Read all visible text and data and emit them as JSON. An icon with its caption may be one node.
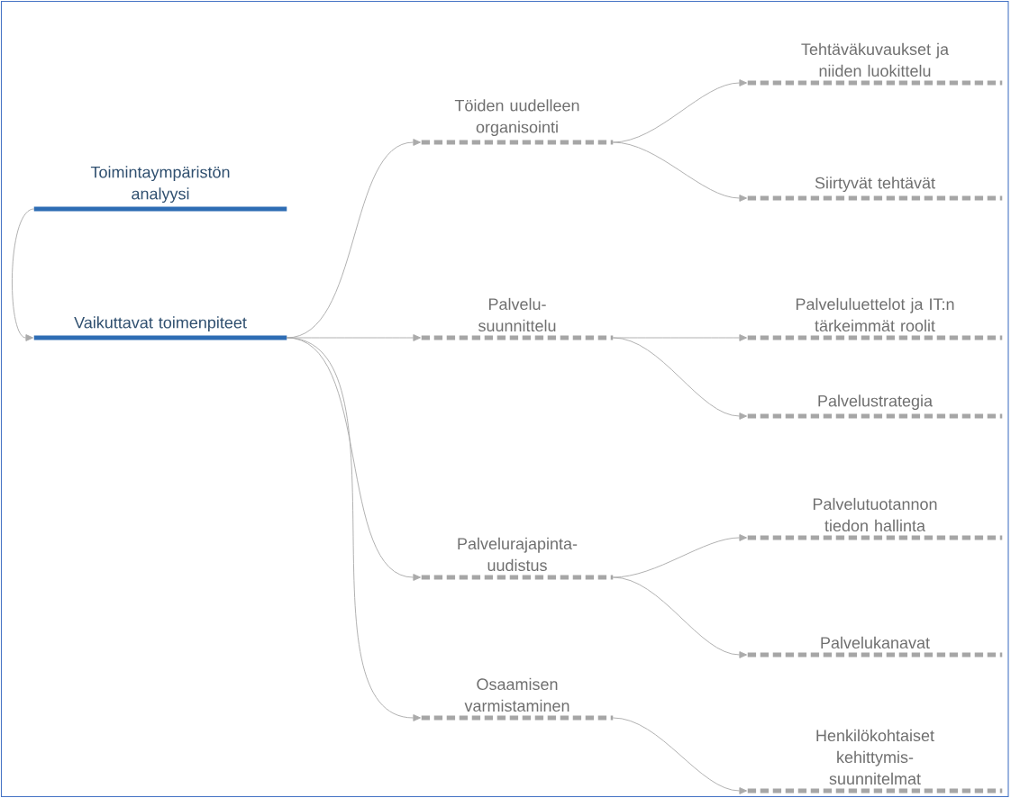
{
  "diagram": {
    "nodes": [
      {
        "text": [
          "Toimintaympäristön analyysi"
        ]
      },
      {
        "text": [
          "Vaikuttavat toimenpiteet"
        ]
      },
      {
        "text": [
          "Töiden uudelleen organisointi"
        ]
      },
      {
        "text": [
          "Tehtäväkuvaukset ja niiden luokittelu"
        ]
      },
      {
        "text": [
          "Siirtyvät tehtävät"
        ]
      },
      {
        "text": [
          "Palvelu-suunnittelu"
        ]
      },
      {
        "text": [
          "Palveluluettelot ja IT:n tärkeimmät roolit"
        ]
      },
      {
        "text": [
          "Palvelustrategia"
        ]
      },
      {
        "text": [
          "Palvelurajapinta-uudistus"
        ]
      },
      {
        "text": [
          "Palvelutuotannon tiedon hallinta"
        ]
      },
      {
        "text": [
          "Palvelukanavat"
        ]
      },
      {
        "text": [
          "Osaamisen varmistaminen"
        ]
      },
      {
        "text": [
          "Henkilökohtaiset kehittymis-suunnitelmat"
        ]
      }
    ],
    "edges": [
      {
        "from": 0,
        "to": 1,
        "arrow": "to"
      },
      {
        "from": 1,
        "to": 2,
        "arrow": "to"
      },
      {
        "from": 1,
        "to": 5,
        "arrow": "to"
      },
      {
        "from": 1,
        "to": 8,
        "arrow": "to"
      },
      {
        "from": 1,
        "to": 11,
        "arrow": "to"
      },
      {
        "from": 2,
        "to": 3,
        "arrow": "to"
      },
      {
        "from": 2,
        "to": 4,
        "arrow": "to"
      },
      {
        "from": 5,
        "to": 6,
        "arrow": "to"
      },
      {
        "from": 5,
        "to": 7,
        "arrow": "to"
      },
      {
        "from": 8,
        "to": 9,
        "arrow": "to"
      },
      {
        "from": 8,
        "to": 10,
        "arrow": "to"
      },
      {
        "from": 11,
        "to": 12,
        "arrow": "to"
      }
    ]
  }
}
